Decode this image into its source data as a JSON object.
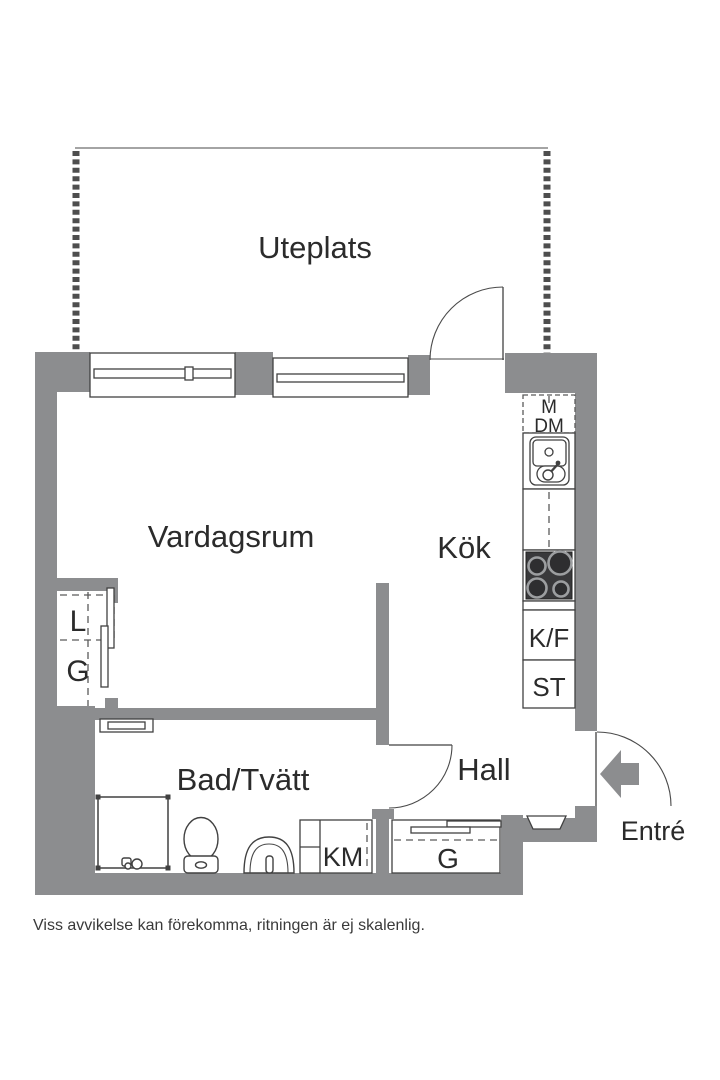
{
  "floor_plan": {
    "outdoor_label": "Uteplats",
    "rooms": {
      "living": "Vardagsrum",
      "kitchen": "Kök",
      "bath": "Bad/Tvätt",
      "hall": "Hall",
      "entry": "Entré"
    },
    "kitchen_units": {
      "microwave": "M",
      "dishwasher": "DM",
      "fridge_freezer": "K/F",
      "pantry": "ST"
    },
    "closets": {
      "linen": "L",
      "wardrobe_living": "G",
      "wardrobe_hall": "G"
    },
    "laundry": {
      "washing_machine": "KM"
    },
    "disclaimer": "Viss avvikelse kan förekomma, ritningen är ej skalenlig.",
    "colors": {
      "wall": "#8c8d8f",
      "outline": "#414141",
      "stove_panel": "#39393b",
      "burner_ring": "#9c9ea0",
      "text": "#2b2b2b",
      "background": "#ffffff"
    }
  }
}
